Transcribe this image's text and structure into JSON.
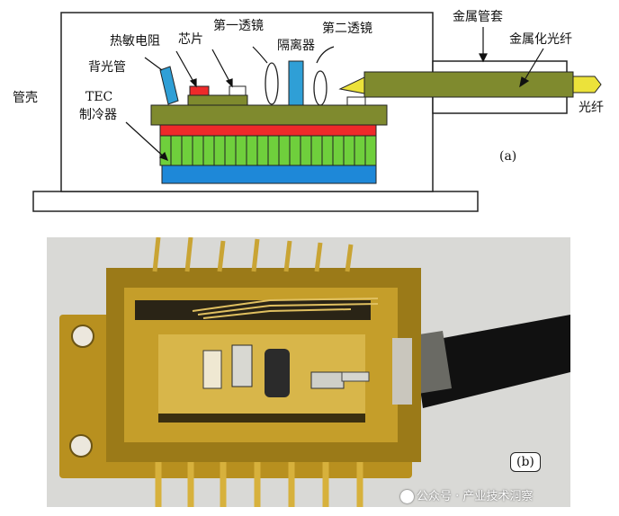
{
  "diagram_a": {
    "labels": {
      "shell": "管壳",
      "back_pd": "背光管",
      "tec_line1": "TEC",
      "tec_line2": "制冷器",
      "thermistor": "热敏电阻",
      "chip": "芯片",
      "lens1": "第一透镜",
      "isolator": "隔离器",
      "lens2": "第二透镜",
      "metal_sleeve": "金属管套",
      "metallized_fiber": "金属化光纤",
      "fiber": "光纤",
      "panel_tag": "(a)"
    },
    "colors": {
      "tec_blue": "#1e88d8",
      "tec_green": "#6fcf3c",
      "tec_red": "#ee2a2a",
      "substrate": "#7f8a2e",
      "optic_blue": "#2f9fd6",
      "fiber_yellow": "#ece23a",
      "thermistor_red": "#ee2a2a"
    }
  },
  "photo_b": {
    "panel_tag": "(b)",
    "watermark": "公众号 · 产业技术洞察"
  }
}
